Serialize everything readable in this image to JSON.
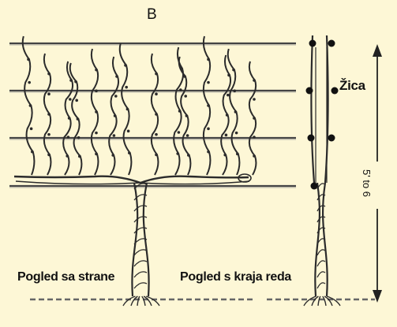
{
  "diagram": {
    "panel_letter": "B",
    "wire_label": "Žica",
    "side_view_label": "Pogled sa strane",
    "end_view_label": "Pogled s kraja reda",
    "height_label": "5' to 6"
  }
}
